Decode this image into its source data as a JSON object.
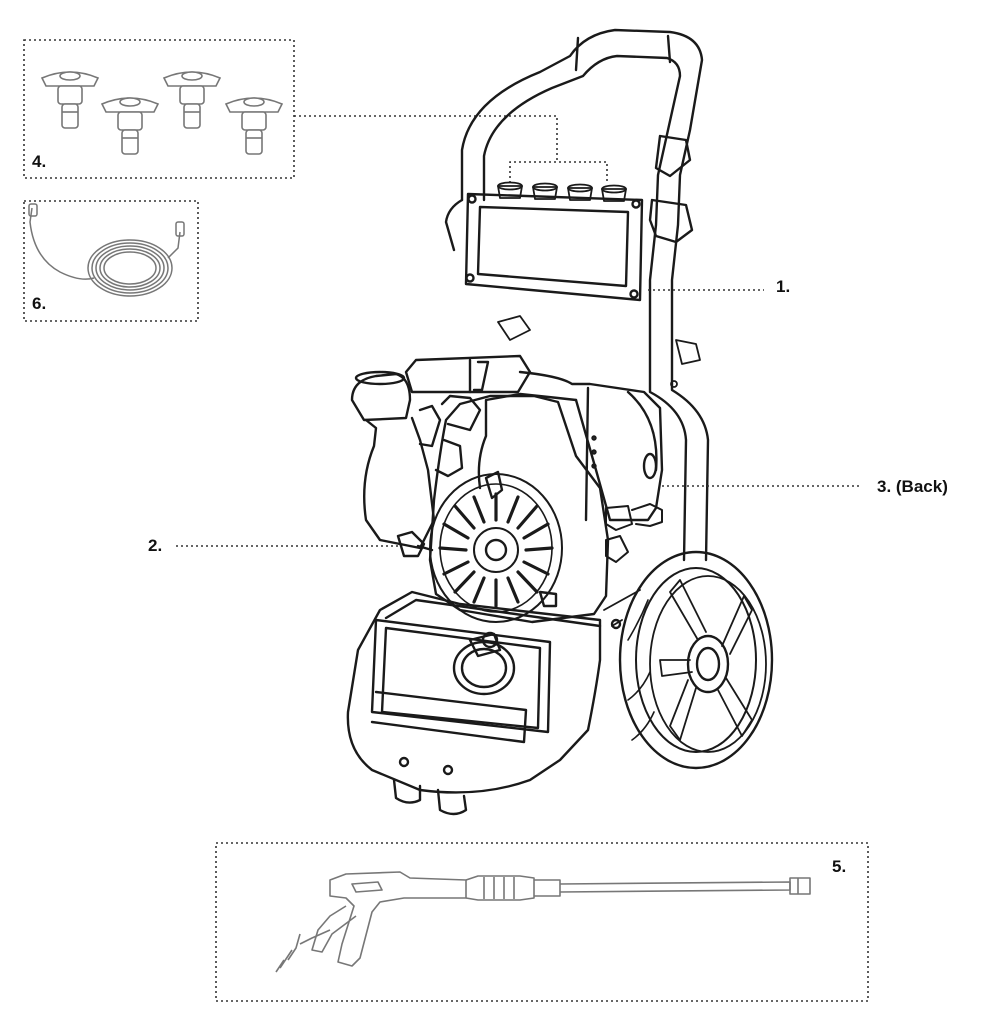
{
  "figure": {
    "callouts": [
      {
        "id": "1",
        "label": "1."
      },
      {
        "id": "2",
        "label": "2."
      },
      {
        "id": "3",
        "label": "3. (Back)"
      },
      {
        "id": "4",
        "label": "4."
      },
      {
        "id": "5",
        "label": "5."
      },
      {
        "id": "6",
        "label": "6."
      }
    ]
  },
  "colors": {
    "line": "#1a1a1a",
    "light_line": "#8a8a8a",
    "dotted": "#333333",
    "background": "#ffffff"
  }
}
